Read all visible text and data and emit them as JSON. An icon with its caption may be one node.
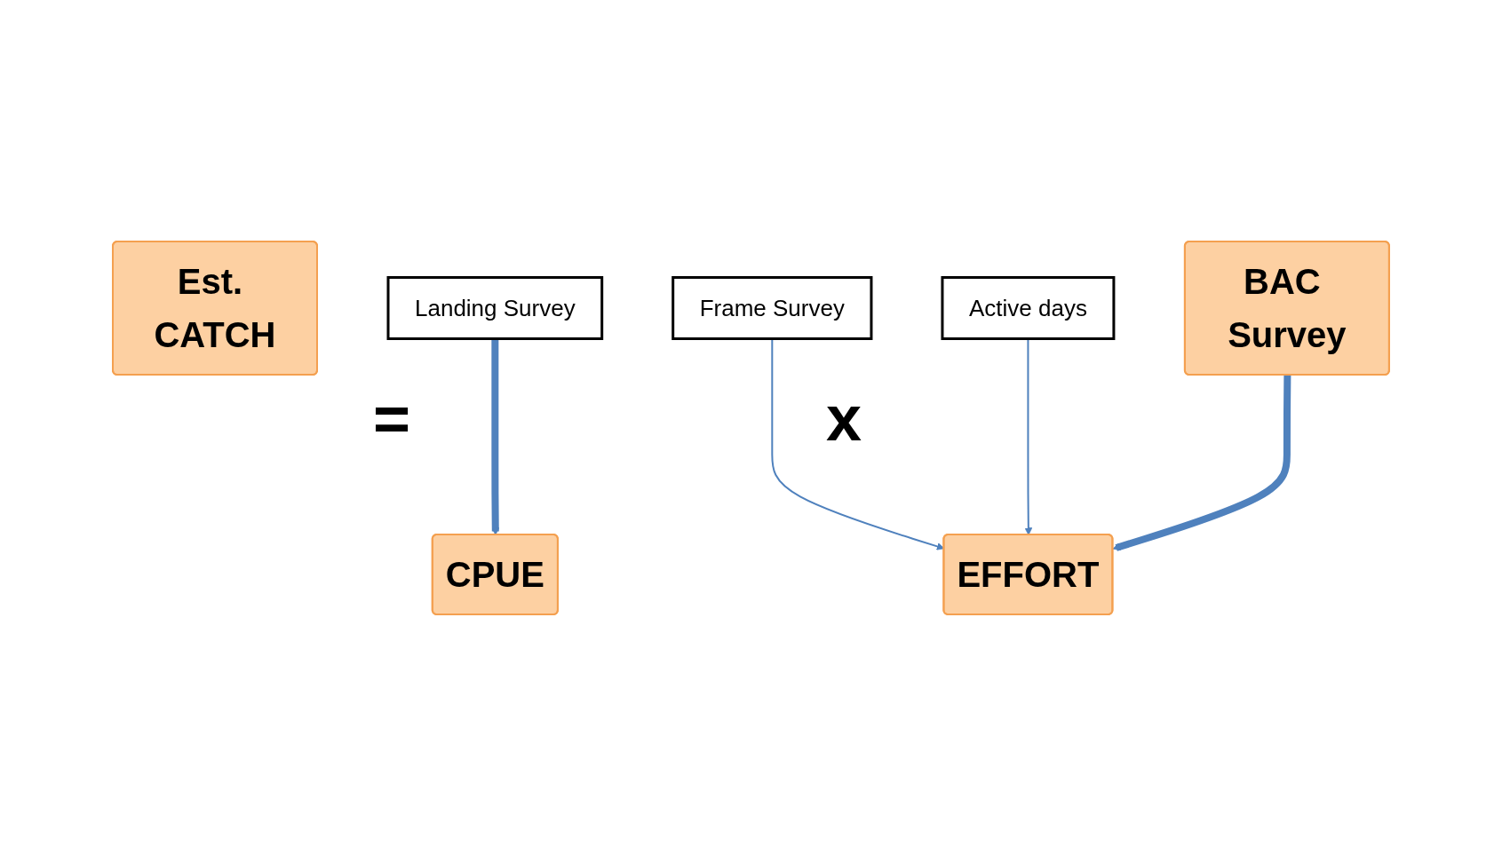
{
  "diagram": {
    "nodes": [
      {
        "text": [
          "Est. CATCH"
        ]
      },
      {
        "text": [
          "CPUE"
        ]
      },
      {
        "text": [
          "EFFORT"
        ]
      },
      {
        "text": [
          "Landing Survey"
        ]
      },
      {
        "text": [
          "Frame Survey"
        ]
      },
      {
        "text": [
          "Active days"
        ]
      },
      {
        "text": [
          "BAC Survey"
        ]
      }
    ],
    "edges": [
      {
        "from": 3,
        "to": 1,
        "arrow": "to",
        "style": "thick"
      },
      {
        "from": 4,
        "to": 2,
        "arrow": "to"
      },
      {
        "from": 5,
        "to": 2,
        "arrow": "to"
      },
      {
        "from": 6,
        "to": 2,
        "arrow": "to",
        "style": "thick"
      }
    ],
    "labels": [
      "=",
      "x"
    ]
  }
}
